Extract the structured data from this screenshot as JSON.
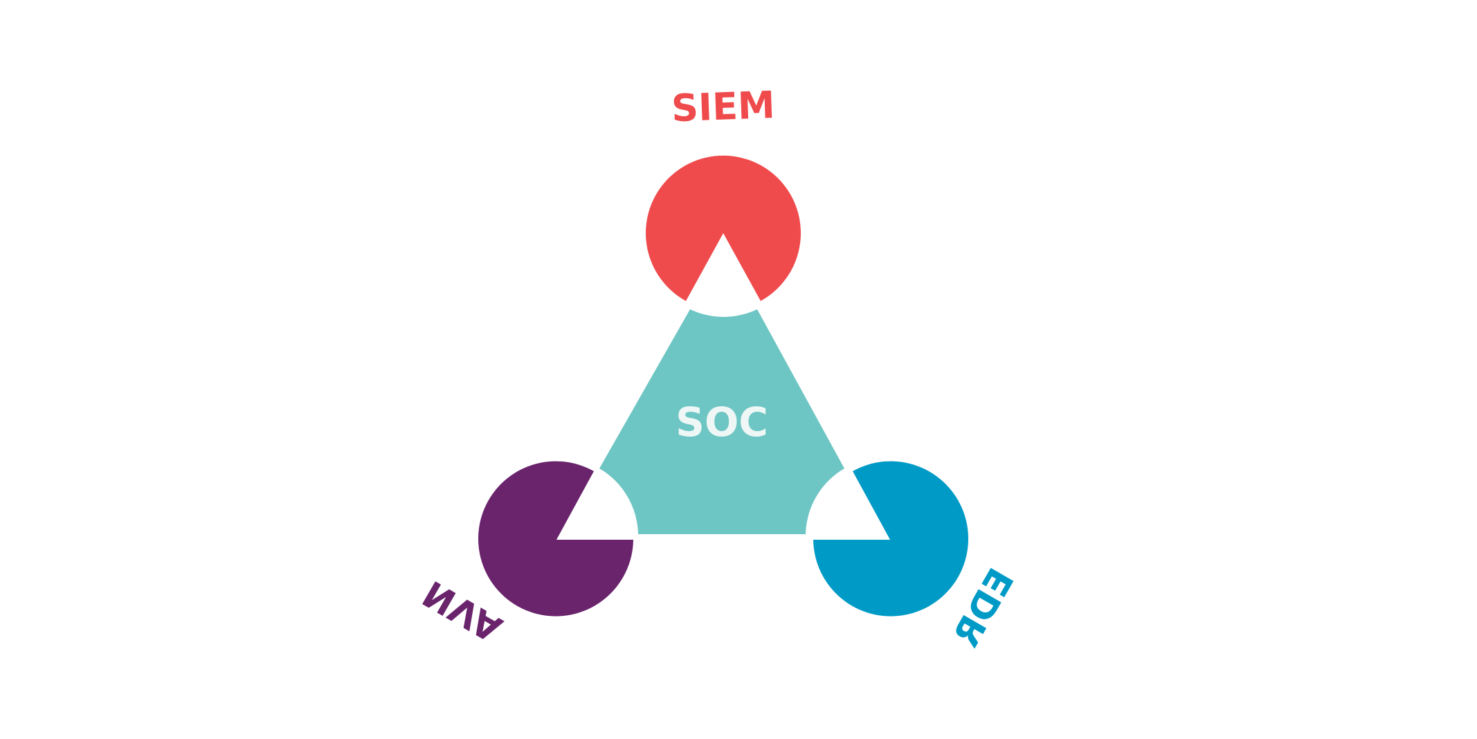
{
  "diagram": {
    "center": {
      "label": "SOC",
      "color": "#6ec6c4",
      "text_color": "#eef7f6"
    },
    "nodes": [
      {
        "id": "siem",
        "label": "SIEM",
        "color": "#ef4b4d"
      },
      {
        "id": "nva",
        "label": "NVA",
        "color": "#6a246c",
        "mirrored_label": true
      },
      {
        "id": "edr",
        "label": "EDR",
        "color": "#009ac6",
        "mirrored_label": true
      }
    ]
  }
}
